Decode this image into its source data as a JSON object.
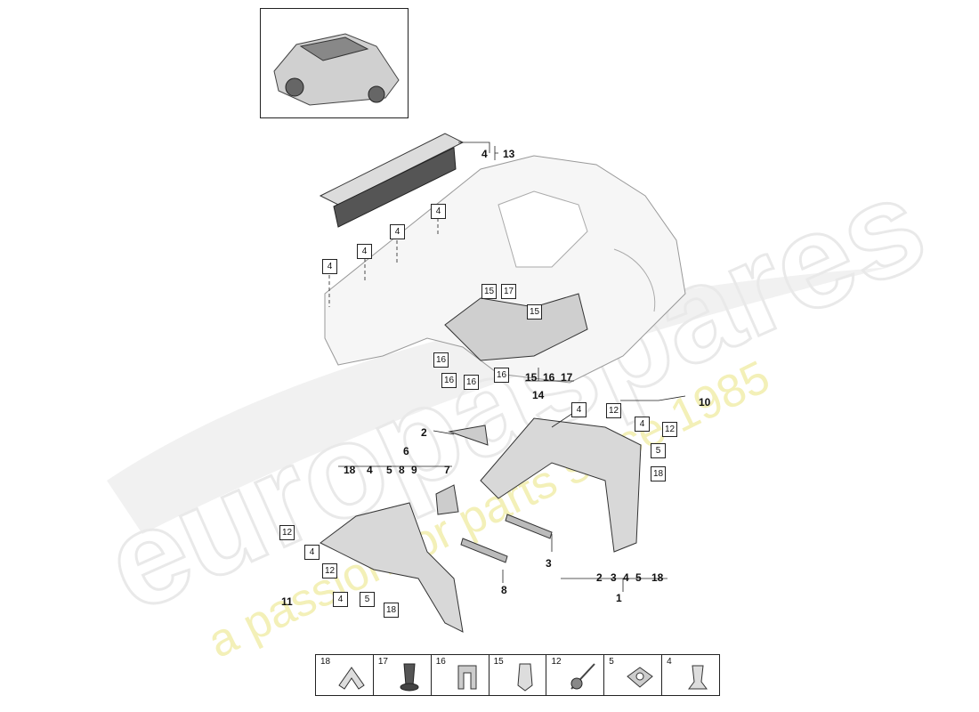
{
  "watermark": {
    "brand": "europaspares",
    "tagline": "a passion for parts since 1985"
  },
  "thumbnail": {
    "icon": "car-icon"
  },
  "labels": {
    "l13": "13",
    "l13_4": "4",
    "l14": "14",
    "l14_15": "15",
    "l14_16": "16",
    "l14_17": "17",
    "l10": "10",
    "l2": "2",
    "l6": "6",
    "l6_18": "18",
    "l6_4": "4",
    "l6_5": "5",
    "l6_8": "8",
    "l6_7": "7",
    "l9": "9",
    "l7": "7",
    "l3": "3",
    "l8": "8",
    "l11": "11",
    "l1": "1",
    "l1_2": "2",
    "l1_3": "3",
    "l1_4": "4",
    "l1_5": "5",
    "l1_18": "18"
  },
  "callouts": {
    "c4a": "4",
    "c4b": "4",
    "c4c": "4",
    "c4d": "4",
    "c15a": "15",
    "c17": "17",
    "c15b": "15",
    "c16a": "16",
    "c16b": "16",
    "c16c": "16",
    "c16d": "16",
    "c4e": "4",
    "c12a": "12",
    "c4f": "4",
    "c12b": "12",
    "c5a": "5",
    "c18a": "18",
    "c12c": "12",
    "c4g": "4",
    "c12d": "12",
    "c4h": "4",
    "c5b": "5",
    "c18b": "18"
  },
  "legend": [
    {
      "num": "18",
      "icon": "clip-18-icon"
    },
    {
      "num": "17",
      "icon": "plug-17-icon"
    },
    {
      "num": "16",
      "icon": "clip-16-icon"
    },
    {
      "num": "15",
      "icon": "clip-15-icon"
    },
    {
      "num": "12",
      "icon": "rivet-12-icon"
    },
    {
      "num": "5",
      "icon": "nut-5-icon"
    },
    {
      "num": "4",
      "icon": "clip-4-icon"
    }
  ]
}
